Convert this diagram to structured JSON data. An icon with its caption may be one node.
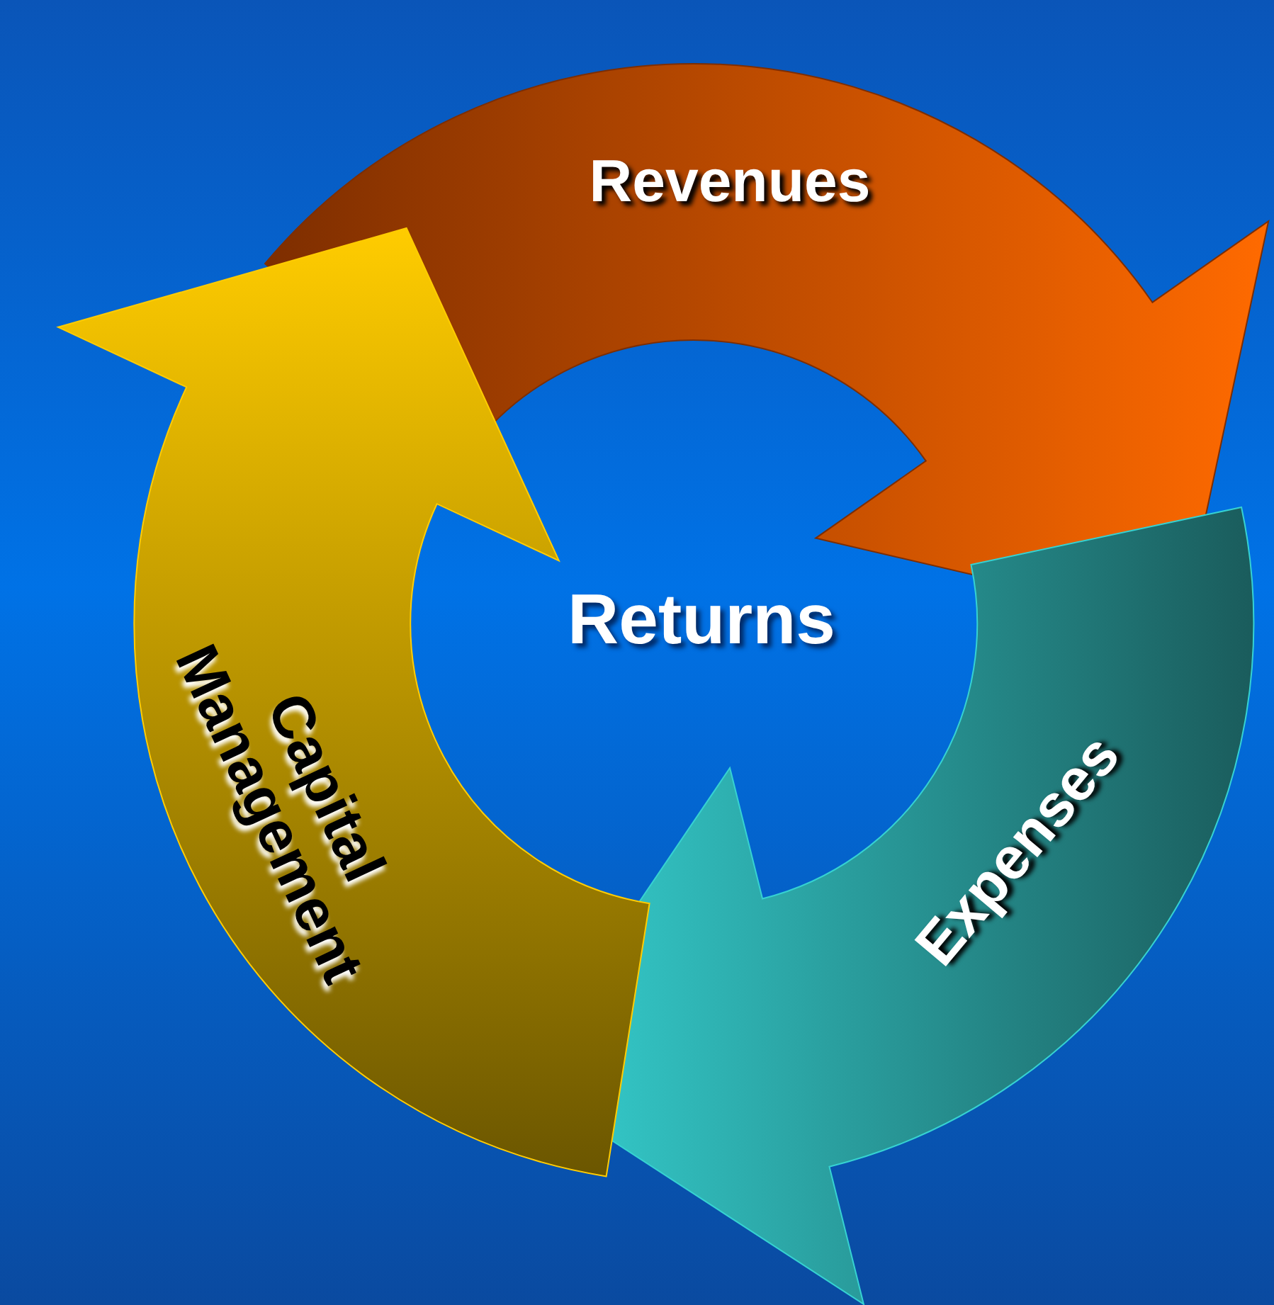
{
  "diagram": {
    "nodes": [
      {
        "text": [
          "Revenues"
        ]
      },
      {
        "text": [
          "Expenses"
        ]
      },
      {
        "text": [
          "Capital Management"
        ]
      }
    ],
    "labels": [
      "Returns"
    ]
  }
}
